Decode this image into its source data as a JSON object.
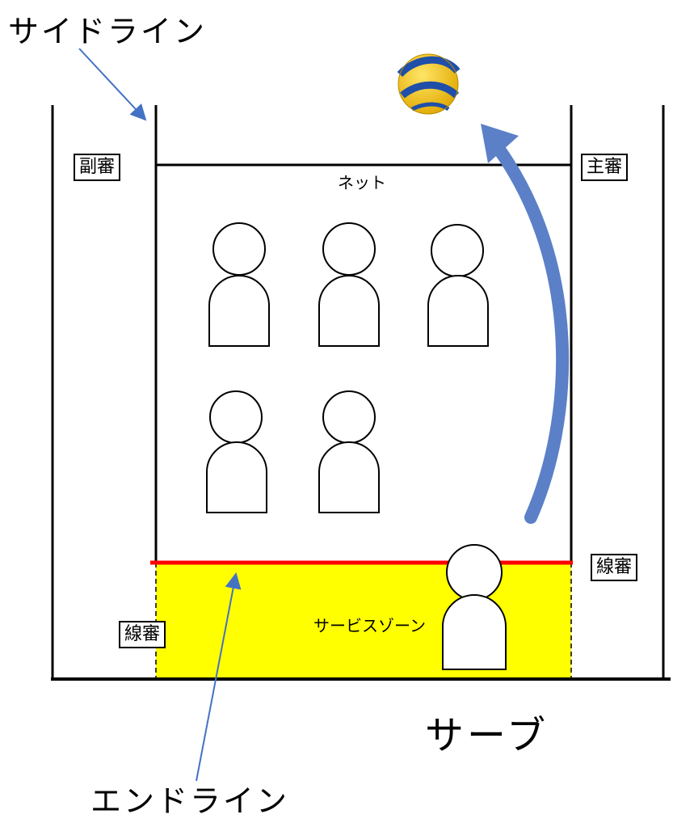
{
  "labels": {
    "sideline": "サイドライン",
    "endline": "エンドライン",
    "serve": "サーブ",
    "net": "ネット",
    "service_zone": "サービスゾーン",
    "second_referee": "副審",
    "first_referee": "主審",
    "line_judge_right": "線審",
    "line_judge_left": "線審"
  },
  "colors": {
    "service_zone_fill": "#ffff00",
    "end_line": "#ff0000",
    "arrow": "#4472c4",
    "serve_arrow": "#5b80c8",
    "ball_yellow": "#f2c200",
    "ball_blue": "#1f4fa8"
  },
  "icons": {
    "ball": "volleyball-icon",
    "players": [
      "player-icon",
      "player-icon",
      "player-icon",
      "player-icon",
      "player-icon"
    ],
    "server": "server-player-icon"
  }
}
